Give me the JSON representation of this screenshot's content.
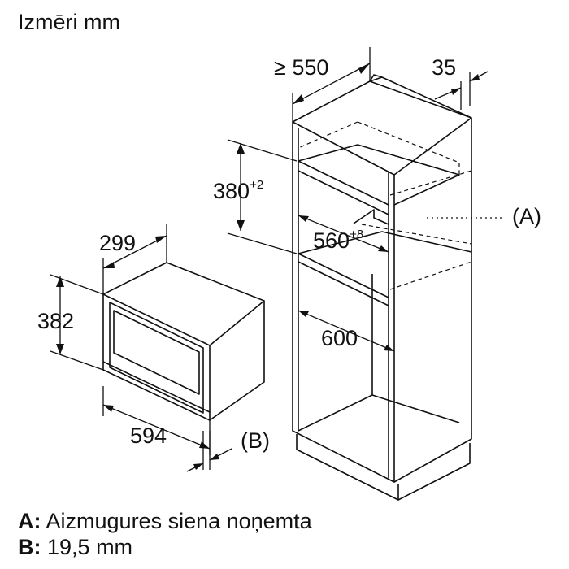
{
  "title": "Izmēri mm",
  "dimensions": {
    "cabinet_depth": "≥ 550",
    "cabinet_offset": "35",
    "niche_height": "380",
    "niche_height_tol": "+2",
    "niche_width": "560",
    "niche_width_tol": "+8",
    "cabinet_inner_width": "600",
    "appliance_depth": "299",
    "appliance_height": "382",
    "appliance_width": "594"
  },
  "callouts": {
    "a": "(A)",
    "b": "(B)"
  },
  "legend": [
    {
      "key": "A:",
      "text": "Aizmugures siena noņemta"
    },
    {
      "key": "B:",
      "text": "19,5 mm"
    }
  ]
}
